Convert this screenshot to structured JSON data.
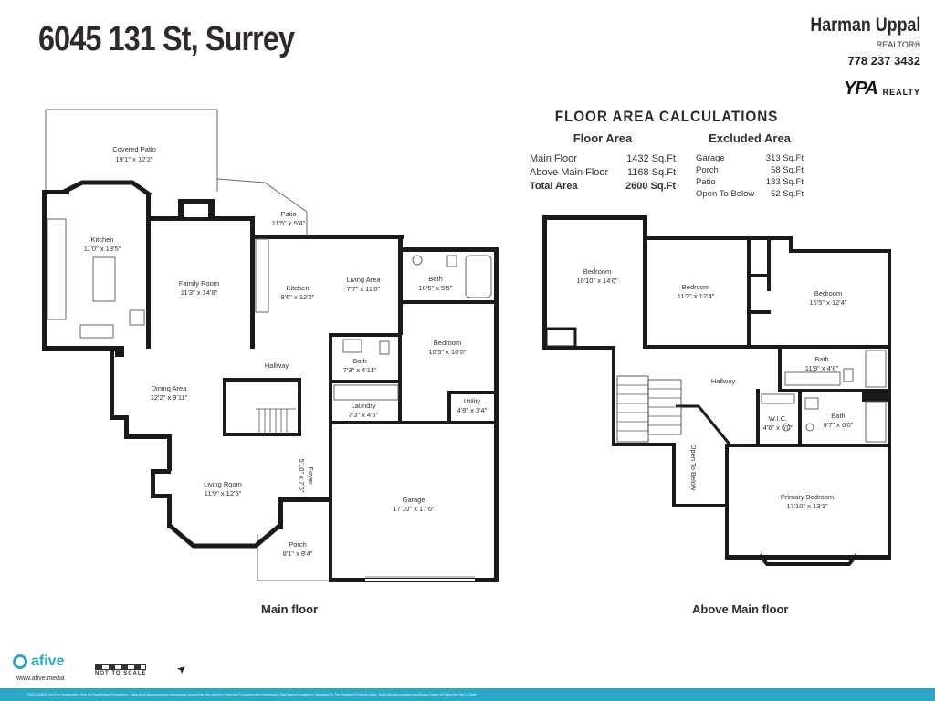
{
  "header": {
    "title": "6045 131 St, Surrey"
  },
  "agent": {
    "name": "Harman Uppal",
    "role": "REALTOR®",
    "phone": "778 237 3432",
    "brand": "YPA",
    "brand_sub": "REALTY"
  },
  "calculations": {
    "title": "FLOOR AREA CALCULATIONS",
    "floor_area_heading": "Floor Area",
    "excluded_heading": "Excluded Area",
    "floor_area": [
      {
        "label": "Main Floor",
        "value": "1432 Sq.Ft"
      },
      {
        "label": "Above Main Floor",
        "value": "1168 Sq.Ft"
      },
      {
        "label": "Total Area",
        "value": "2600 Sq.Ft"
      }
    ],
    "excluded": [
      {
        "label": "Garage",
        "value": "313 Sq.Ft"
      },
      {
        "label": "Porch",
        "value": "58 Sq.Ft"
      },
      {
        "label": "Patio",
        "value": "183 Sq.Ft"
      },
      {
        "label": "Open To Below",
        "value": "52 Sq.Ft"
      }
    ]
  },
  "main_floor": {
    "label": "Main floor",
    "rooms": {
      "covered_patio": {
        "name": "Covered Patio",
        "dim": "19'1\" x 12'2\""
      },
      "patio": {
        "name": "Patio",
        "dim": "11'5\" x 5'4\""
      },
      "kitchen1": {
        "name": "Kitchen",
        "dim": "11'0\" x 18'5\""
      },
      "family_room": {
        "name": "Family Room",
        "dim": "11'3\" x 14'8\""
      },
      "kitchen2": {
        "name": "Kitchen",
        "dim": "8'6\" x 12'2\""
      },
      "living_area": {
        "name": "Living Area",
        "dim": "7'7\" x 11'0\""
      },
      "bath1": {
        "name": "Bath",
        "dim": "10'5\" x 5'5\""
      },
      "bedroom": {
        "name": "Bedroom",
        "dim": "10'5\" x 10'0\""
      },
      "hallway": {
        "name": "Hallway"
      },
      "bath2": {
        "name": "Bath",
        "dim": "7'3\" x 4'11\""
      },
      "dining": {
        "name": "Dining Area",
        "dim": "12'2\" x 9'11\""
      },
      "laundry": {
        "name": "Laundry",
        "dim": "7'3\" x 4'5\""
      },
      "utility": {
        "name": "Utility",
        "dim": "4'8\" x 3'4\""
      },
      "foyer": {
        "name": "Foyer",
        "dim": "5'10\" x 7'6\""
      },
      "living_room": {
        "name": "Living Room",
        "dim": "11'9\" x 12'5\""
      },
      "garage": {
        "name": "Garage",
        "dim": "17'10\" x 17'6\""
      },
      "porch": {
        "name": "Porch",
        "dim": "8'1\" x 8'4\""
      }
    }
  },
  "upper_floor": {
    "label": "Above Main floor",
    "rooms": {
      "bed1": {
        "name": "Bedroom",
        "dim": "10'10\" x 14'6\""
      },
      "bed2": {
        "name": "Bedroom",
        "dim": "11'2\" x 12'4\""
      },
      "bed3": {
        "name": "Bedroom",
        "dim": "15'5\" x 12'4\""
      },
      "hallway": {
        "name": "Hallway"
      },
      "bath1": {
        "name": "Bath",
        "dim": "11'9\" x 4'8\""
      },
      "wic": {
        "name": "W.I.C.",
        "dim": "4'6\" x 6'0\""
      },
      "bath2": {
        "name": "Bath",
        "dim": "9'7\" x 6'0\""
      },
      "open_below": {
        "name": "Open To Below"
      },
      "primary": {
        "name": "Primary Bedroom",
        "dim": "17'10\" x 13'1\""
      }
    }
  },
  "footer": {
    "brand": "afive",
    "url": "www.afive.media",
    "scale_note": "NOT TO SCALE",
    "disclaimer": "DISCLAIMER: Not For Construction. Only For Real Estate Presentation. Sizes And Dimensions Are Approximate. Actual May Vary And Are Subjected To Independent Verification. Total Square Footage Is Calculated To The Outside Of Exterior Walls. Total Sqft Also Includes Area Below Grade. All Plans Are Not To Scale."
  }
}
